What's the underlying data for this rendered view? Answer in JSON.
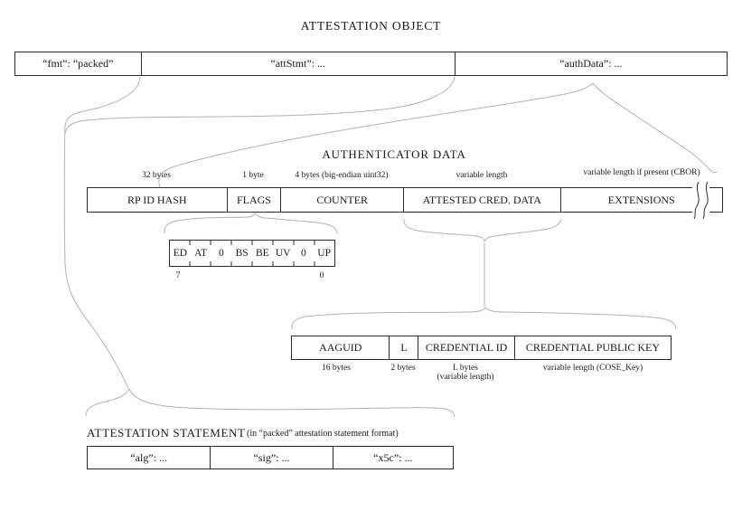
{
  "title": "ATTESTATION OBJECT",
  "attestation_object": {
    "fmt": "“fmt”: “packed”",
    "attStmt": "“attStmt”: ...",
    "authData": "“authData”: ..."
  },
  "authenticator_data": {
    "title": "AUTHENTICATOR DATA",
    "fields": [
      {
        "name": "RP ID HASH",
        "size": "32 bytes"
      },
      {
        "name": "FLAGS",
        "size": "1 byte"
      },
      {
        "name": "COUNTER",
        "size": "4 bytes (big-endian uint32)"
      },
      {
        "name": "ATTESTED CRED. DATA",
        "size": "variable length"
      },
      {
        "name": "EXTENSIONS",
        "size": "variable length if present (CBOR)"
      }
    ]
  },
  "flags": {
    "bits": [
      "ED",
      "AT",
      "0",
      "BS",
      "BE",
      "UV",
      "0",
      "UP"
    ],
    "msb": "7",
    "lsb": "0"
  },
  "attested_cred_data": {
    "fields": [
      {
        "name": "AAGUID",
        "size": "16 bytes"
      },
      {
        "name": "L",
        "size": "2 bytes"
      },
      {
        "name": "CREDENTIAL ID",
        "size": "L bytes",
        "size2": "(variable length)"
      },
      {
        "name": "CREDENTIAL PUBLIC KEY",
        "size": "variable length (COSE_Key)"
      }
    ]
  },
  "attestation_statement": {
    "title": "ATTESTATION STATEMENT",
    "note": "(in “packed” attestation statement format)",
    "cells": [
      "“alg”: ...",
      "“sig”: ...",
      "“x5c”: ..."
    ]
  },
  "colors": {
    "box_border": "#2b2b2b",
    "brace": "#b2b2b2",
    "text": "#1a1a1a"
  }
}
